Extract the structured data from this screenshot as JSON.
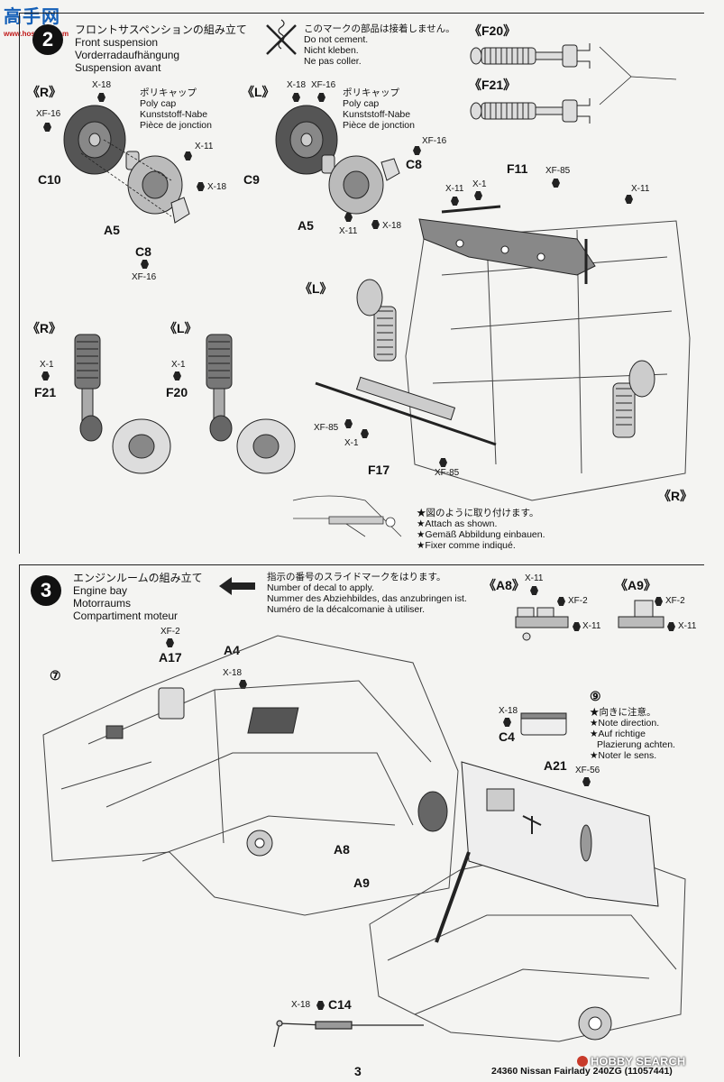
{
  "watermark_top": {
    "brand": "高手网",
    "url": "www.hosshan.com"
  },
  "watermark_bottom": "HOBBY SEARCH",
  "step2": {
    "number": "2",
    "title_jp": "フロントサスペンションの組み立て",
    "title_en": "Front suspension",
    "title_de": "Vorderradaufhängung",
    "title_fr": "Suspension avant",
    "cement_note": [
      "このマークの部品は接着しません。",
      "Do not cement.",
      "Nicht kleben.",
      "Ne pas coller."
    ],
    "polycap_r": [
      "ポリキャップ",
      "Poly cap",
      "Kunststoff-Nabe",
      "Pièce de jonction"
    ],
    "polycap_l": [
      "ポリキャップ",
      "Poly cap",
      "Kunststoff-Nabe",
      "Pièce de jonction"
    ],
    "attach_note": [
      "★図のように取り付けます。",
      "★Attach as shown.",
      "★Gemäß Abbildung einbauen.",
      "★Fixer comme indiqué."
    ],
    "labels": {
      "r1": "《R》",
      "l1": "《L》",
      "r2": "《R》",
      "l2": "《L》",
      "l3": "《L》",
      "r3": "《R》",
      "f20h": "《F20》",
      "f21h": "《F21》",
      "x18a": "X-18",
      "xf16a": "XF-16",
      "c10": "C10",
      "x11a": "X-11",
      "x18b": "X-18",
      "a5a": "A5",
      "c8a": "C8",
      "xf16b": "XF-16",
      "x18c": "X-18",
      "xf16c": "XF-16",
      "c9": "C9",
      "xf16d": "XF-16",
      "c8b": "C8",
      "a5b": "A5",
      "x11b": "X-11",
      "x18d": "X-18",
      "f11": "F11",
      "xf85a": "XF-85",
      "x11c": "X-11",
      "x1a": "X-1",
      "x11d": "X-11",
      "x1b": "X-1",
      "f21": "F21",
      "x1c": "X-1",
      "f20": "F20",
      "xf85b": "XF-85",
      "x1d": "X-1",
      "f17": "F17",
      "xf85c": "XF-85"
    }
  },
  "step3": {
    "number": "3",
    "title_jp": "エンジンルームの組み立て",
    "title_en": "Engine bay",
    "title_de": "Motorraums",
    "title_fr": "Compartiment moteur",
    "decal_note": [
      "指示の番号のスライドマークをはります。",
      "Number of decal to apply.",
      "Nummer des Abziehbildes, das anzubringen ist.",
      "Numéro de la décalcomanie à utiliser."
    ],
    "direction_note": [
      "★向きに注意。",
      "★Note direction.",
      "★Auf richtige",
      "Plazierung achten.",
      "★Noter le sens."
    ],
    "labels": {
      "a8h": "《A8》",
      "a9h": "《A9》",
      "x11a": "X-11",
      "xf2a": "XF-2",
      "x11b": "X-11",
      "xf2b": "XF-2",
      "x11c": "X-11",
      "decal7": "⑦",
      "decal9": "⑨",
      "xf2c": "XF-2",
      "a17": "A17",
      "a4": "A4",
      "x18a": "X-18",
      "x18b": "X-18",
      "c4": "C4",
      "a21": "A21",
      "xf56": "XF-56",
      "a8": "A8",
      "a9": "A9",
      "x18c": "X-18",
      "c14": "C14"
    }
  },
  "footer": {
    "page": "3",
    "product": "24360 Nissan Fairlady 240ZG (11057441)"
  }
}
